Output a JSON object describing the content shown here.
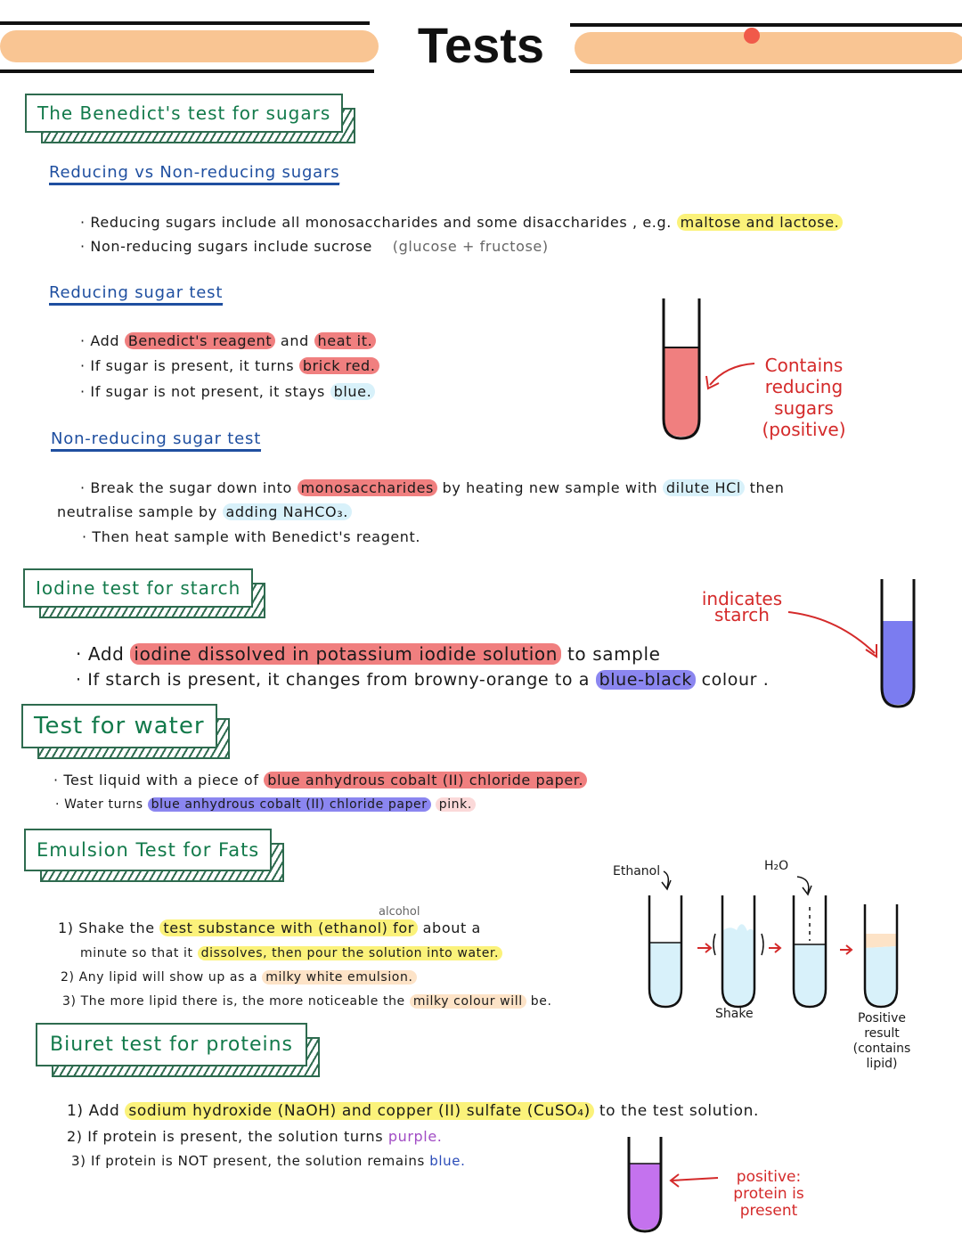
{
  "title": "Tests",
  "colors": {
    "accent_orange": "#f9c593",
    "heading_green": "#137a4b",
    "subheading_blue": "#1f4fa0",
    "highlight_red": "#f07f7f",
    "highlight_blue": "#d8f1fa",
    "highlight_yellow": "#fbf27a",
    "highlight_purple": "#8b86f0",
    "annotation_red": "#d42a2a"
  },
  "benedicts": {
    "heading": "The Benedict's test for sugars",
    "reducing_vs": {
      "subheading": "Reducing vs Non-reducing sugars",
      "line1_text": "Reducing sugars include all monosaccharides and some disaccharides , e.g.",
      "line1_highlight": "maltose and lactose.",
      "line2_text": "Non-reducing sugars include sucrose",
      "line2_note": "(glucose + fructose)"
    },
    "reducing_test": {
      "subheading": "Reducing sugar test",
      "b1_a": "Add",
      "b1_h1": "Benedict's reagent",
      "b1_b": "and",
      "b1_h2": "heat it.",
      "b2_a": "If sugar is present, it turns",
      "b2_h": "brick red.",
      "b3_a": "If sugar is not present, it stays",
      "b3_h": "blue.",
      "annotation": [
        "Contains",
        "reducing",
        "sugars",
        "(positive)"
      ]
    },
    "non_reducing_test": {
      "subheading": "Non-reducing sugar test",
      "b1_a": "Break the sugar down into",
      "b1_h1": "monosaccharides",
      "b1_b": "by heating new sample with",
      "b1_h2": "dilute HCl",
      "b1_c": "then",
      "b1_line2_a": "neutralise sample by",
      "b1_line2_h": "adding NaHCO₃.",
      "b2": "Then heat sample with Benedict's reagent."
    }
  },
  "iodine": {
    "heading": "Iodine test for starch",
    "b1_a": "Add",
    "b1_h": "iodine dissolved in potassium iodide solution",
    "b1_b": "to sample",
    "b2_a": "If starch is present, it changes from browny-orange to a",
    "b2_h": "blue-black",
    "b2_b": "colour .",
    "annotation": [
      "indicates",
      "starch"
    ]
  },
  "water": {
    "heading": "Test for water",
    "b1_a": "Test liquid with a piece of",
    "b1_h": "blue anhydrous cobalt (II) chloride paper.",
    "b2_a": "Water turns",
    "b2_h": "blue anhydrous cobalt (II) chloride paper",
    "b2_h2": "pink."
  },
  "emulsion": {
    "heading": "Emulsion Test for Fats",
    "alcohol_note": "alcohol",
    "s1_a": "1) Shake the",
    "s1_h": "test substance with (ethanol) for",
    "s1_b": "about a",
    "s1_line2_a": "minute so that it",
    "s1_line2_h": "dissolves, then pour the solution into water.",
    "s2_a": "2) Any lipid will show up as a",
    "s2_h": "milky white emulsion.",
    "s3_a": "3) The more lipid there is, the more noticeable the",
    "s3_h": "milky colour will",
    "s3_b": "be.",
    "label_ethanol": "Ethanol",
    "label_h2o": "H₂O",
    "label_shake": "Shake",
    "label_result": [
      "Positive",
      "result",
      "(contains",
      "lipid)"
    ]
  },
  "biuret": {
    "heading": "Biuret test for proteins",
    "s1_a": "1) Add",
    "s1_h": "sodium hydroxide (NaOH) and copper (II) sulfate (CuSO₄)",
    "s1_b": "to the test solution.",
    "s2_a": "2) If protein is present, the solution turns",
    "s2_c": "purple.",
    "s3_a": "3) If protein is NOT present, the solution remains",
    "s3_c": "blue.",
    "annotation": [
      "positive:",
      "protein is",
      "present"
    ]
  }
}
